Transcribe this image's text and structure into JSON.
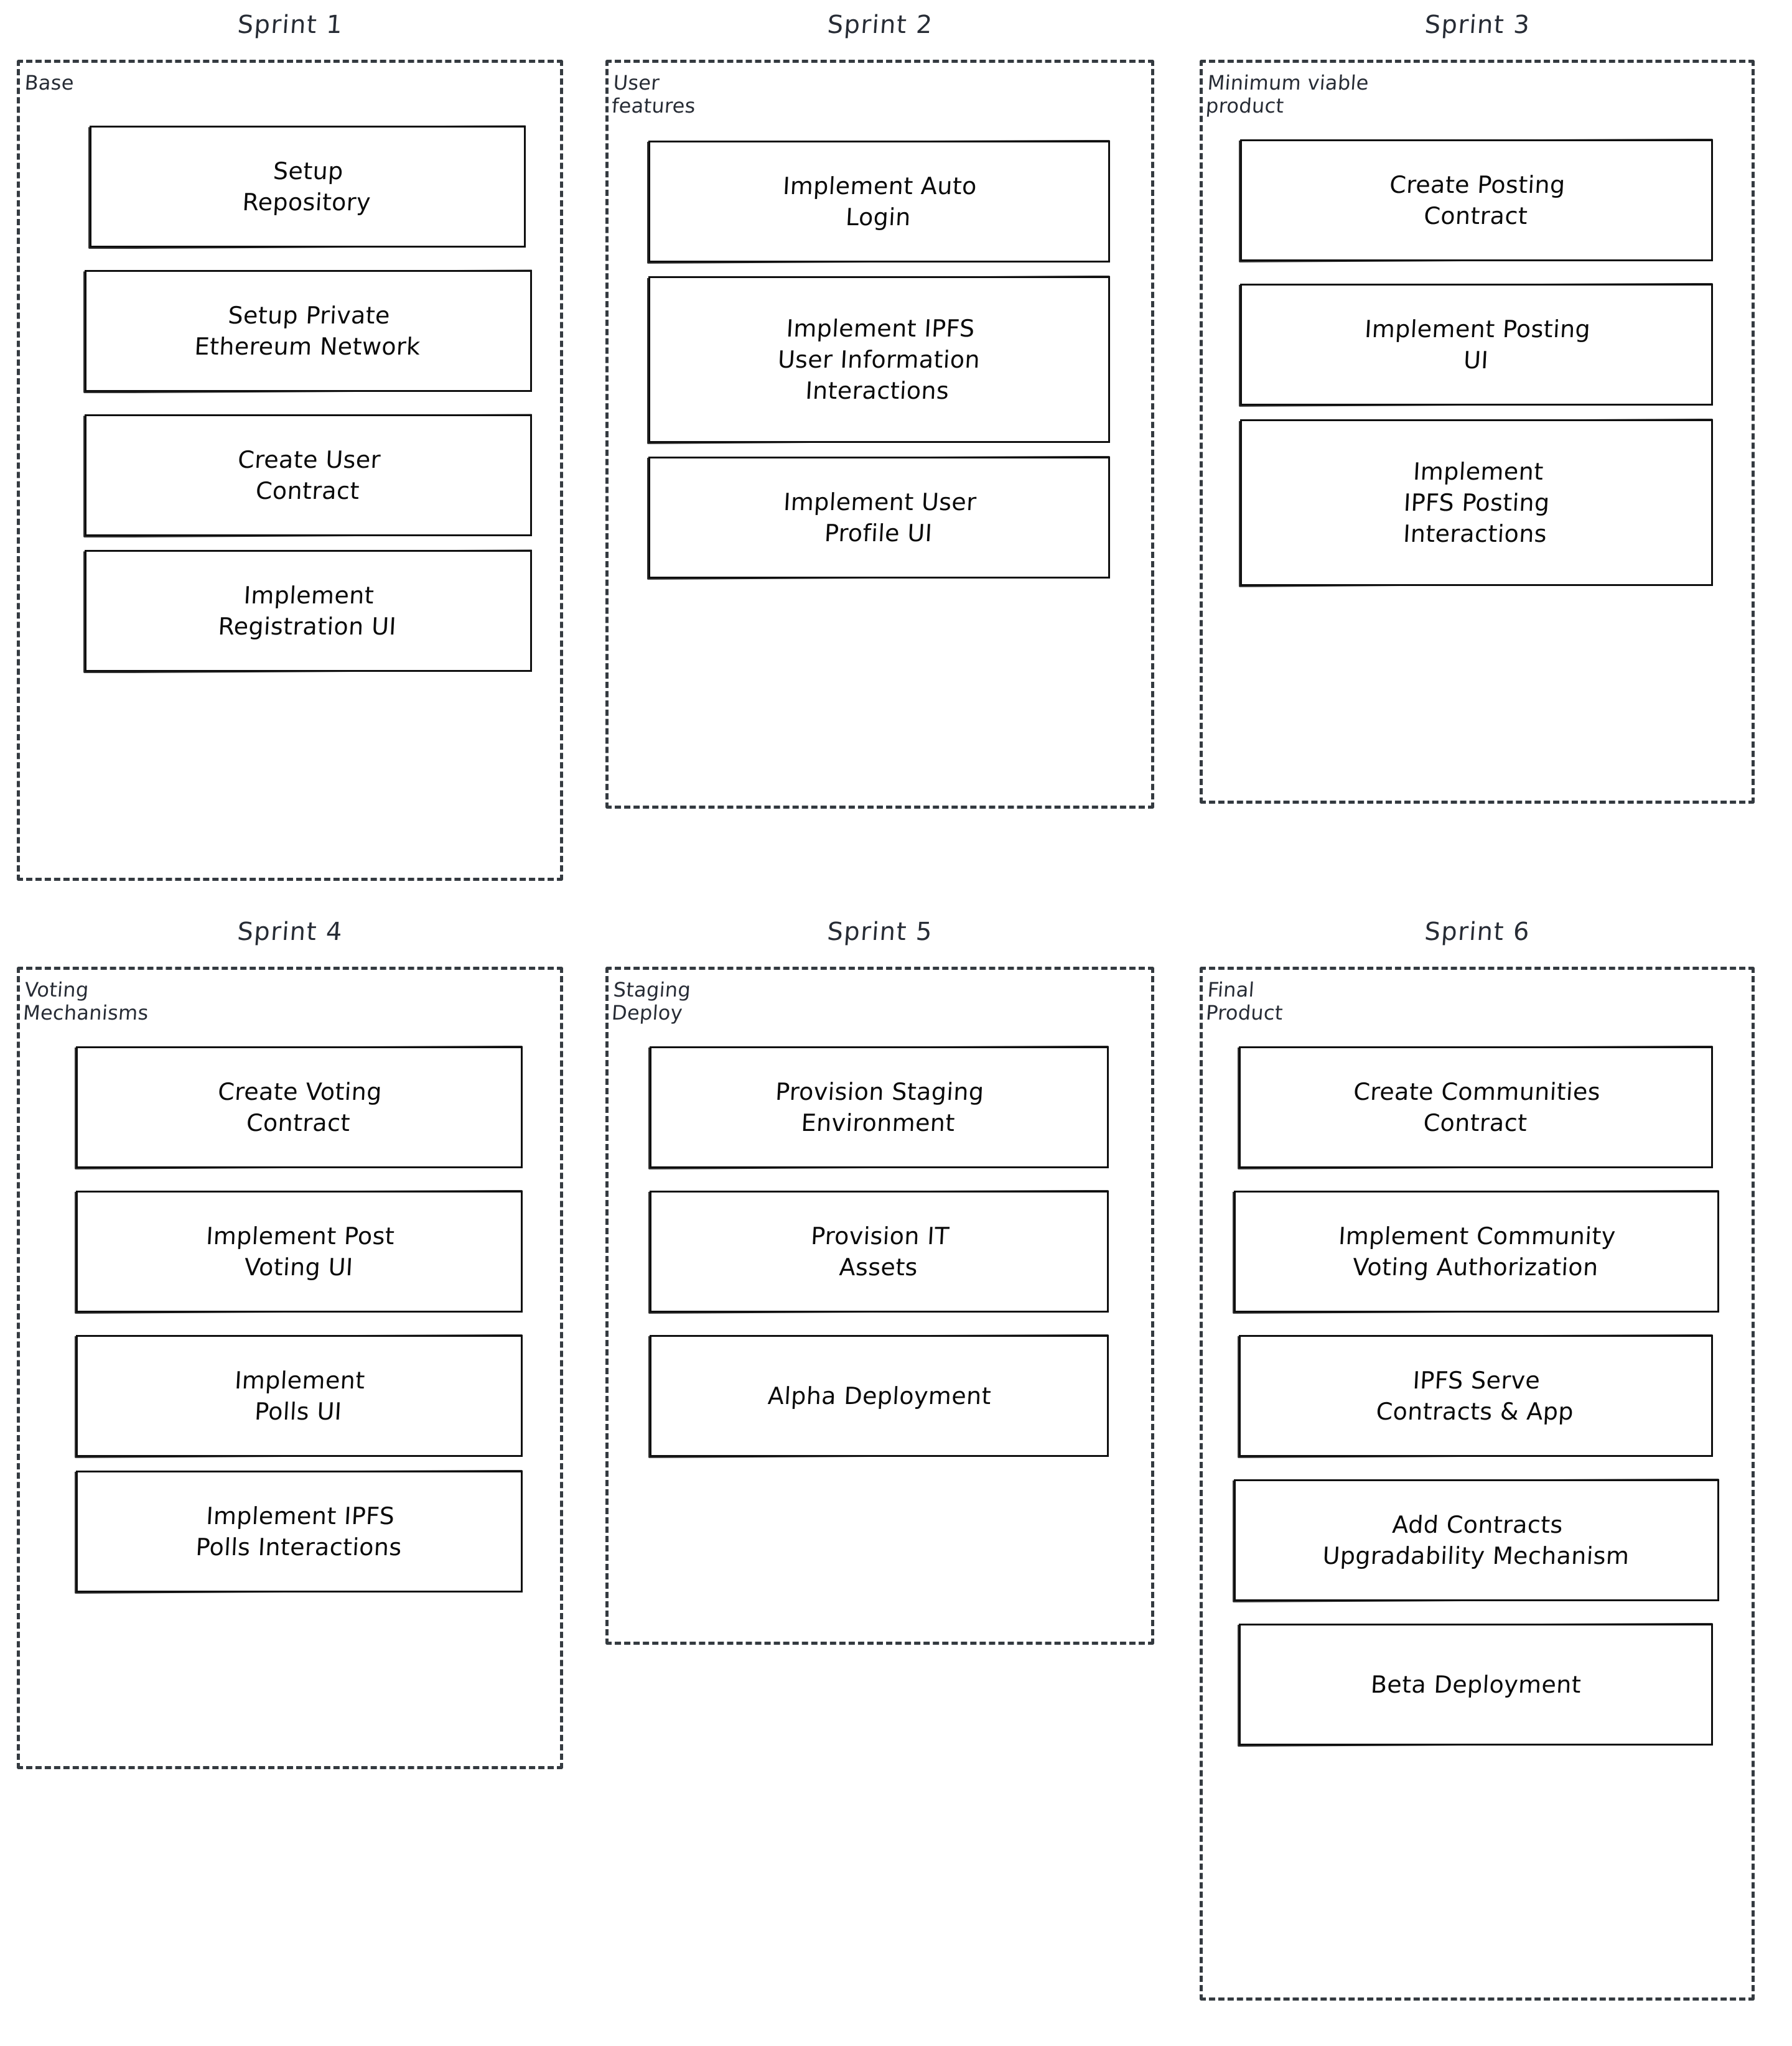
{
  "diagram": {
    "type": "sprint-plan-board",
    "rows": [
      {
        "columns": [
          {
            "title": "Sprint 1",
            "goal": "Base",
            "cards": [
              {
                "text": "Setup\nRepository",
                "lines": 2
              },
              {
                "text": "Setup Private\nEthereum Network",
                "lines": 2
              },
              {
                "text": "Create User\nContract",
                "lines": 2
              },
              {
                "text": "Implement\nRegistration UI",
                "lines": 2
              }
            ]
          },
          {
            "title": "Sprint 2",
            "goal": "User\nfeatures",
            "cards": [
              {
                "text": "Implement Auto\nLogin",
                "lines": 2
              },
              {
                "text": "Implement IPFS\nUser Information\nInteractions",
                "lines": 3
              },
              {
                "text": "Implement User\nProfile UI",
                "lines": 2
              }
            ]
          },
          {
            "title": "Sprint 3",
            "goal": "Minimum viable\nproduct",
            "cards": [
              {
                "text": "Create Posting\nContract",
                "lines": 2
              },
              {
                "text": "Implement Posting\nUI",
                "lines": 2
              },
              {
                "text": "Implement\nIPFS Posting\nInteractions",
                "lines": 3
              }
            ]
          }
        ]
      },
      {
        "columns": [
          {
            "title": "Sprint 4",
            "goal": "Voting\nMechanisms",
            "cards": [
              {
                "text": "Create Voting\nContract",
                "lines": 2
              },
              {
                "text": "Implement Post\nVoting UI",
                "lines": 2
              },
              {
                "text": "Implement\nPolls UI",
                "lines": 2
              },
              {
                "text": "Implement IPFS\nPolls Interactions",
                "lines": 2
              }
            ]
          },
          {
            "title": "Sprint 5",
            "goal": "Staging\nDeploy",
            "cards": [
              {
                "text": "Provision Staging\nEnvironment",
                "lines": 2
              },
              {
                "text": "Provision IT\nAssets",
                "lines": 2
              },
              {
                "text": "Alpha Deployment",
                "lines": 1
              }
            ]
          },
          {
            "title": "Sprint 6",
            "goal": "Final\nProduct",
            "cards": [
              {
                "text": "Create Communities\nContract",
                "lines": 2
              },
              {
                "text": "Implement Community\nVoting Authorization",
                "lines": 2
              },
              {
                "text": "IPFS Serve\nContracts & App",
                "lines": 2
              },
              {
                "text": "Add Contracts\nUpgradability Mechanism",
                "lines": 2
              },
              {
                "text": "Beta Deployment",
                "lines": 1
              }
            ]
          }
        ]
      }
    ],
    "colors": {
      "frame_border": "#343a40",
      "card_border": "#0f0f0f",
      "text": "#0a0a0a",
      "title_text": "#272c35",
      "background": "#ffffff"
    }
  }
}
